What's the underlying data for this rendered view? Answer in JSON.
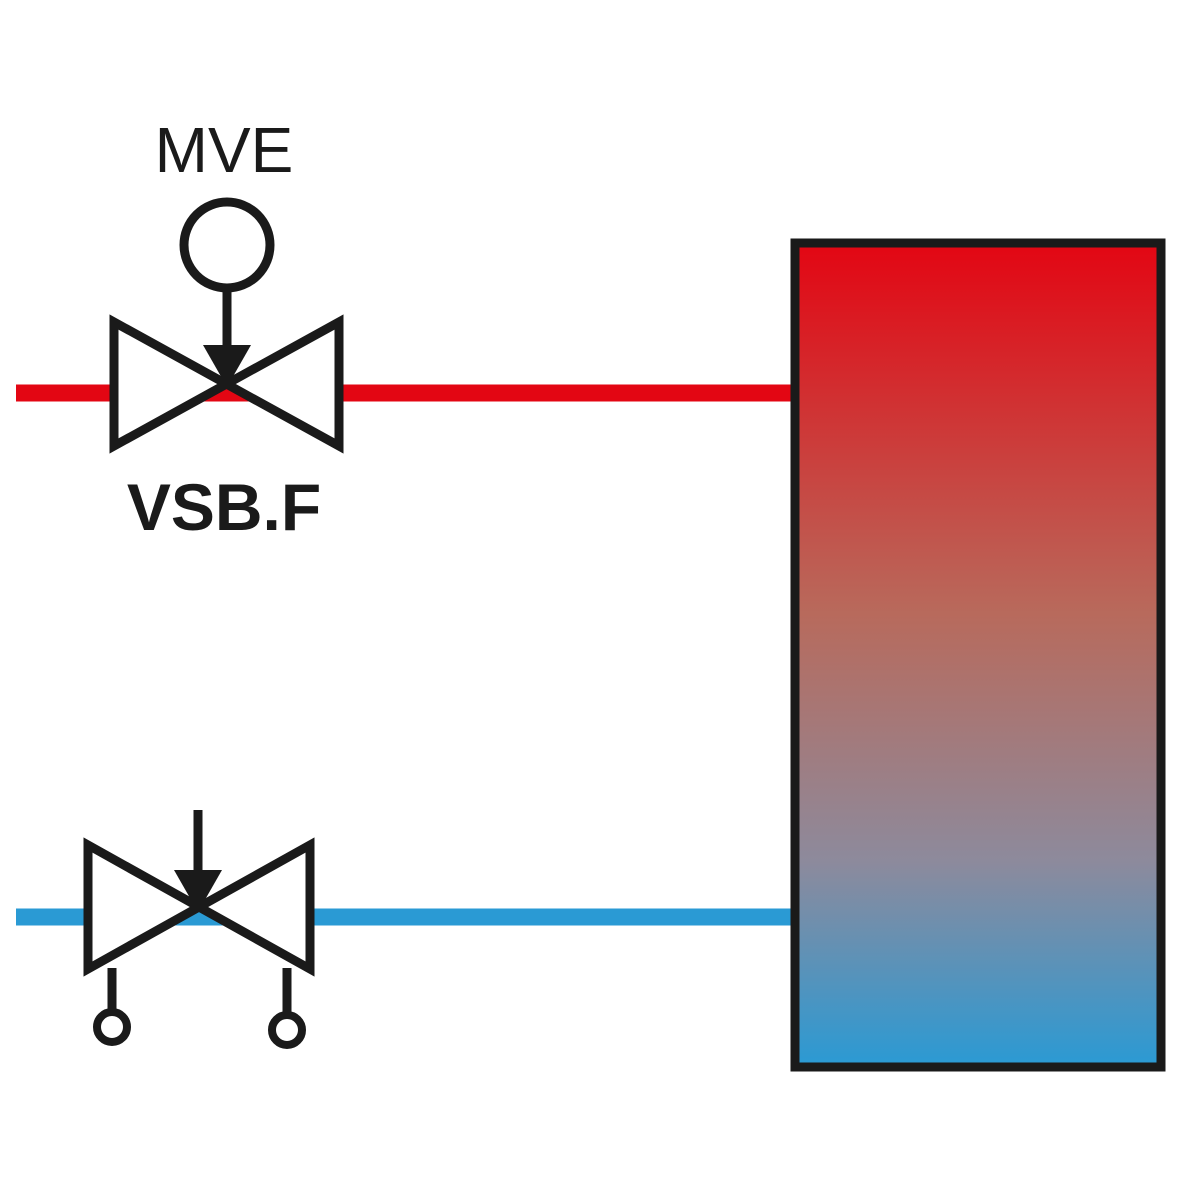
{
  "colors": {
    "supply_pipe": "#e30613",
    "return_pipe": "#2a9ad4",
    "outline": "#1a1a1a",
    "tank_top": "#e30613",
    "tank_bottom": "#2a9ad4",
    "background": "#ffffff"
  },
  "supply_line": {
    "actuator_label": "MVE",
    "valve_label": "VSB.F"
  },
  "return_line": {
    "valve_icon": "valve-with-contacts-icon"
  },
  "tank": {
    "fill": "vertical-gradient-red-to-blue"
  }
}
